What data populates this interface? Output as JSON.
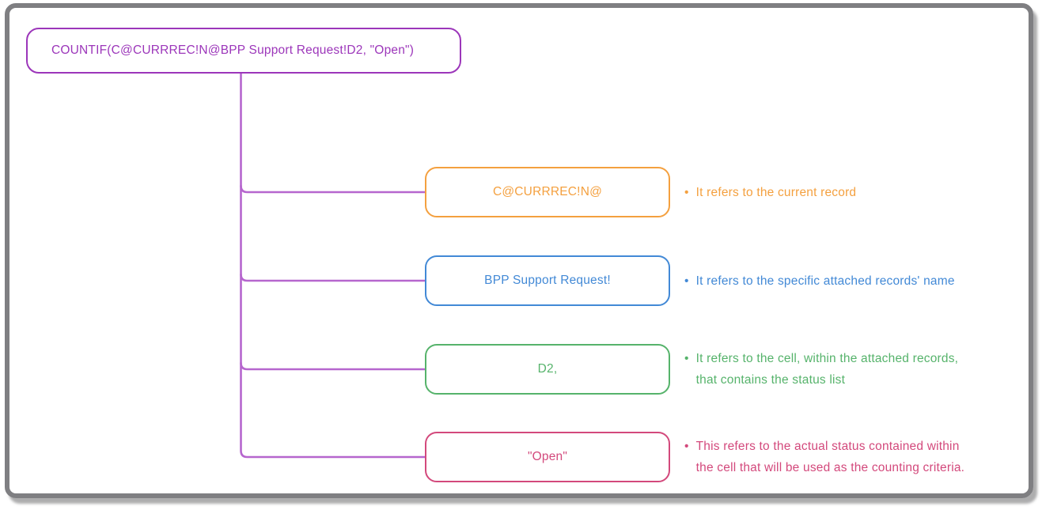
{
  "colors": {
    "purple": "#9c36ba",
    "connector": "#b666ce",
    "orange": "#f4a03f",
    "blue": "#4289d6",
    "green": "#56b36b",
    "pink": "#d3497c",
    "frame": "#7f7f82"
  },
  "diagram": {
    "root": {
      "formula": "COUNTIF(C@CURRREC!N@BPP Support Request!D2, \"Open\")"
    },
    "parts": [
      {
        "label": "C@CURRREC!N@",
        "bullet": "•",
        "desc_line1": "It refers to the current record"
      },
      {
        "label": "BPP Support Request!",
        "bullet": "•",
        "desc_line1": "It refers to the specific attached records' name"
      },
      {
        "label": "D2,",
        "bullet": "•",
        "desc_line1": "It refers to the cell, within the attached records,",
        "desc_line2": "that contains the status list"
      },
      {
        "label": "\"Open\"",
        "bullet": "•",
        "desc_line1": "This refers to the actual status contained within",
        "desc_line2": "the cell that will be used as the counting criteria."
      }
    ]
  }
}
